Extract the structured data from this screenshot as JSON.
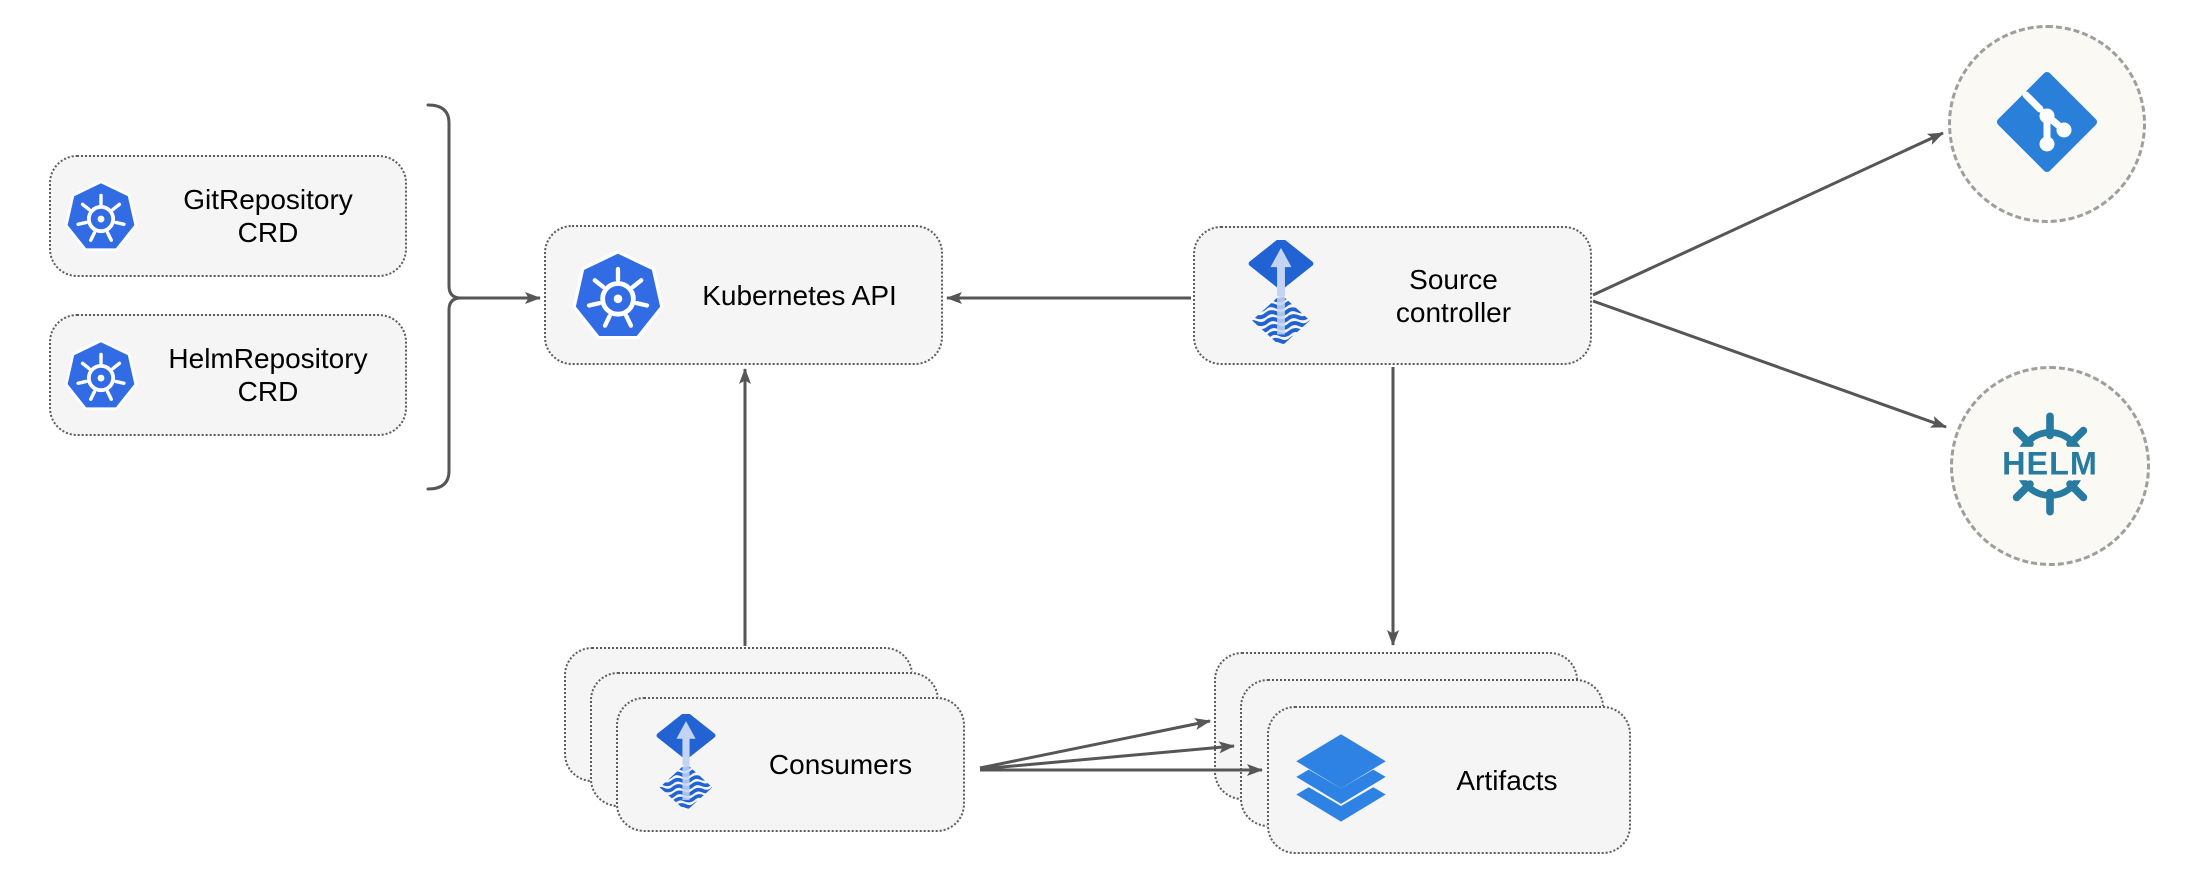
{
  "diagram": {
    "nodes": {
      "git_repository_crd": {
        "line1": "GitRepository",
        "line2": "CRD",
        "icon": "kubernetes-icon"
      },
      "helm_repository_crd": {
        "line1": "HelmRepository",
        "line2": "CRD",
        "icon": "kubernetes-icon"
      },
      "kubernetes_api": {
        "label": "Kubernetes API",
        "icon": "kubernetes-icon"
      },
      "source_controller": {
        "line1": "Source",
        "line2": "controller",
        "icon": "flux-source-controller-icon"
      },
      "consumers": {
        "label": "Consumers",
        "icon": "flux-source-controller-icon",
        "stacked": 3
      },
      "artifacts": {
        "label": "Artifacts",
        "icon": "layers-icon",
        "stacked": 3
      },
      "git_endpoint": {
        "icon": "git-icon"
      },
      "helm_endpoint": {
        "icon": "helm-icon",
        "label": "HELM"
      }
    },
    "edges": [
      {
        "from": "git_repository_crd+helm_repository_crd",
        "to": "kubernetes_api",
        "via": "brace"
      },
      {
        "from": "source_controller",
        "to": "kubernetes_api"
      },
      {
        "from": "consumers",
        "to": "kubernetes_api"
      },
      {
        "from": "source_controller",
        "to": "artifacts"
      },
      {
        "from": "source_controller",
        "to": "git_endpoint"
      },
      {
        "from": "source_controller",
        "to": "helm_endpoint"
      },
      {
        "from": "consumers",
        "to": "artifacts",
        "arrow_count": 3
      }
    ],
    "colors": {
      "kubernetes_blue": "#326ce5",
      "flux_blue": "#2163d3",
      "flux_arrow_light": "#c2d4f2",
      "layers_blue": "#2e82e3",
      "git_blue": "#2a7fd8",
      "helm_teal": "#277ba0",
      "node_fill": "#f5f5f5",
      "circle_fill": "#faf9f4",
      "edge_gray": "#565656",
      "border_gray": "#5c5c5c",
      "dashed_gray": "#9e9e9e"
    }
  }
}
